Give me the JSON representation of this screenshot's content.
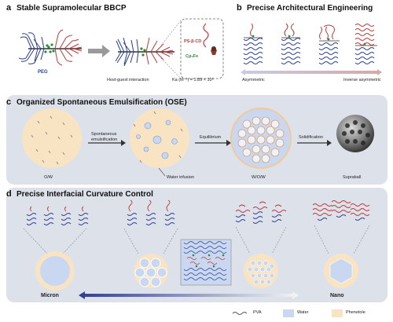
{
  "panels": {
    "a": {
      "letter": "a",
      "title": "Stable Supramolecular BBCP"
    },
    "b": {
      "letter": "b",
      "title": "Precise Architectural Engineering"
    },
    "c": {
      "letter": "c",
      "title": "Organized Spontaneous Emulsification (OSE)"
    },
    "d": {
      "letter": "d",
      "title": "Precise Interfacial Curvature Control"
    }
  },
  "panel_a": {
    "peg_label": "PEG",
    "interaction_label": "Host-guest interaction",
    "ka_label": "Ka (M⁻¹) = 1.89 × 10⁵",
    "inset_ps": "PS-β-CD",
    "inset_cp": "Cp₂Fe"
  },
  "panel_b": {
    "left_label": "Asymmetric",
    "right_label": "Inverse asymmetric"
  },
  "panel_c": {
    "step1": "Spontaneous",
    "step1b": "emulsification",
    "step2": "Equilibrium",
    "step3": "Solidification",
    "water_infusion": "Water infusion",
    "ow": "O/W",
    "wow": "W/O/W",
    "supraball": "Supraball"
  },
  "panel_d": {
    "micron": "Micron",
    "nano": "Nano"
  },
  "legend": {
    "pva": "PVA",
    "water": "Water",
    "phenetole": "Phenetole"
  },
  "colors": {
    "peg_blue": "#2b3f8f",
    "ps_red": "#b83a3a",
    "cp_green": "#2e8b3a",
    "water": "#c9d8f0",
    "phenetole": "#f8e4c2",
    "panel_bg": "#dde1ea"
  }
}
